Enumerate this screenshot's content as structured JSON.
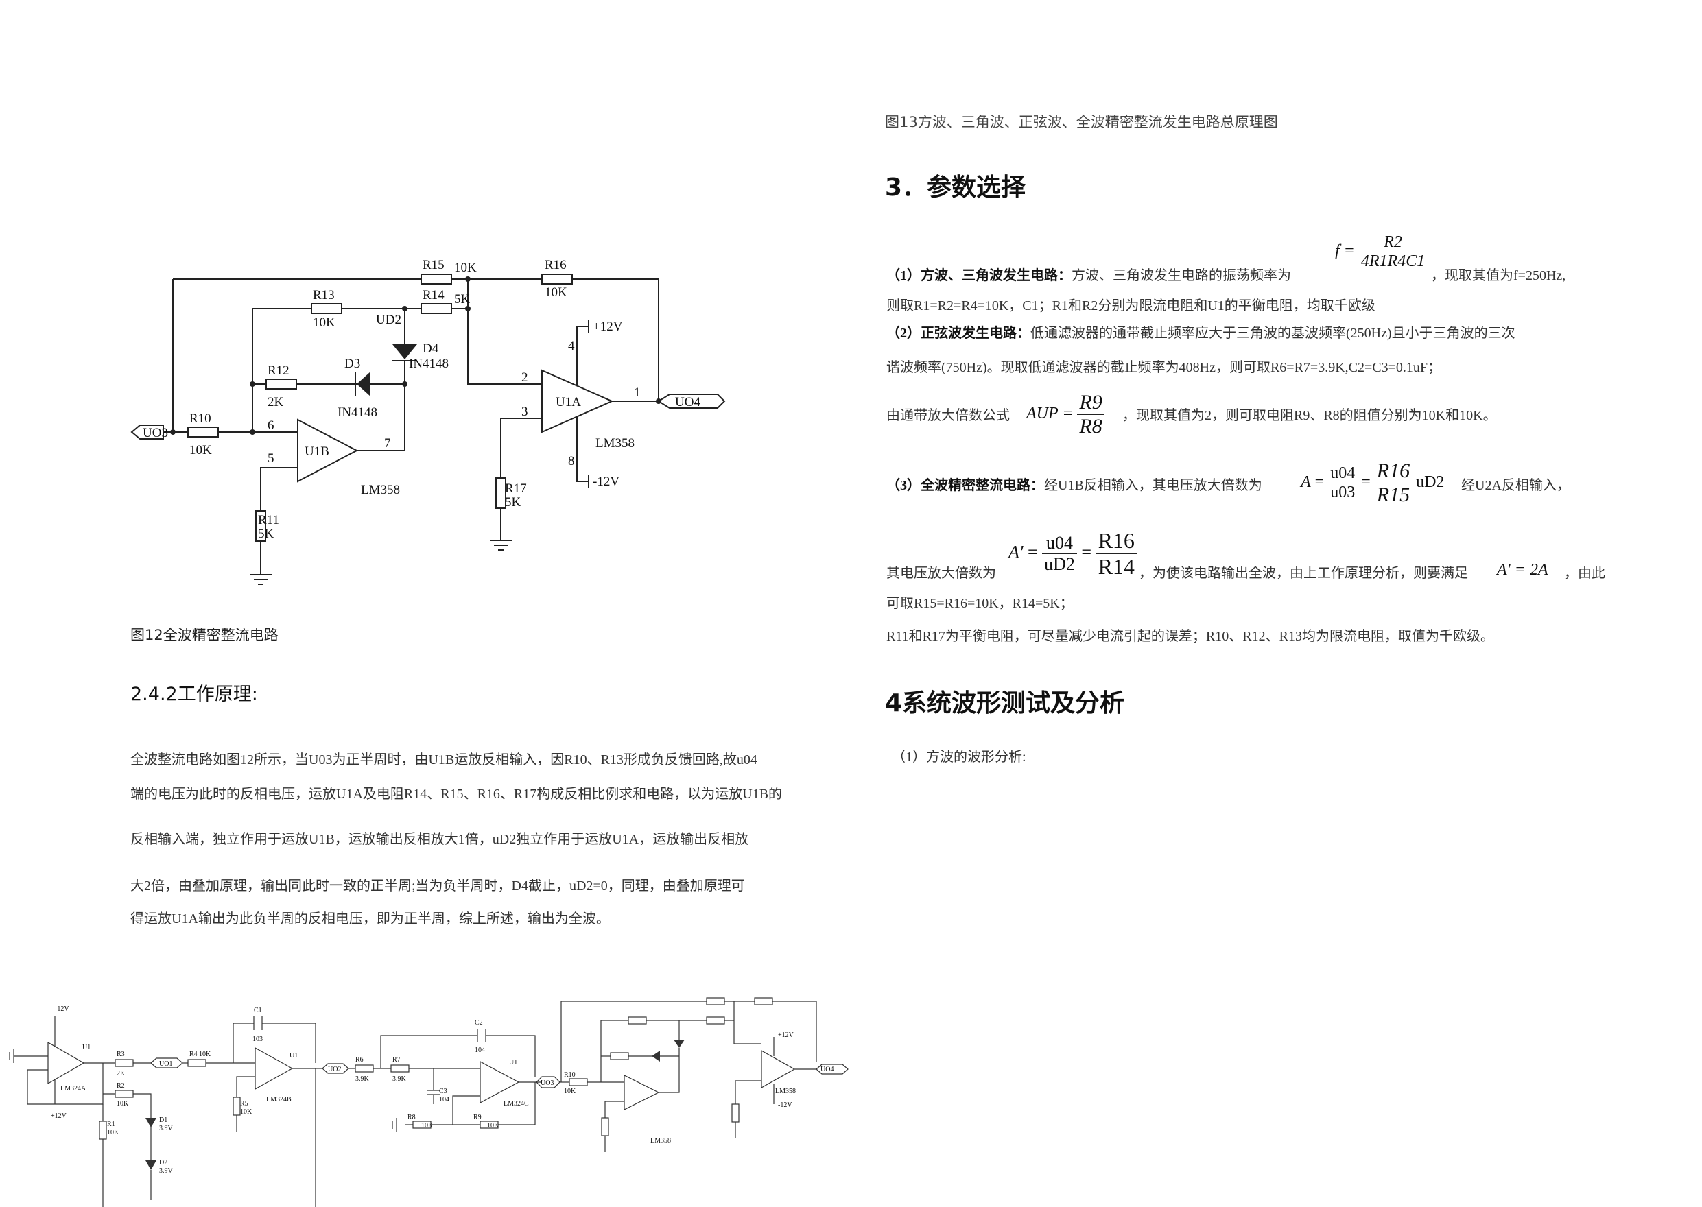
{
  "left": {
    "fig12_caption": "图12全波精密整流电路",
    "section_242": "2.4.2工作原理:",
    "work_principle": [
      "全波整流电路如图12所示，当U03为正半周时，由U1B运放反相输入，因R10、R13形成负反馈回路,故u04",
      "端的电压为此时的反相电压，运放U1A及电阻R14、R15、R16、R17构成反相比例求和电路，以为运放U1B的",
      "反相输入端，独立作用于运放U1B，运放输出反相放大1倍，uD2独立作用于运放U1A，运放输出反相放",
      "大2倍，由叠加原理，输出同此时一致的正半周;当为负半周时，D4截止，uD2=0，同理，由叠加原理可",
      "得运放U1A输出为此负半周的反相电压，即为正半周，综上所述，输出为全波。"
    ]
  },
  "schematic12": {
    "labels": {
      "r15": "R15",
      "r15v": "10K",
      "r16": "R16",
      "r16v": "10K",
      "r13": "R13",
      "r13v": "10K",
      "r14": "R14",
      "r14v": "5K",
      "ud2": "UD2",
      "d4": "D4",
      "d4v": "IN4148",
      "d3": "D3",
      "d3v": "IN4148",
      "r12": "R12",
      "r12v": "2K",
      "r10": "R10",
      "r10v": "10K",
      "r11": "R11",
      "r11v": "5K",
      "r17": "R17",
      "r17v": "5K",
      "uo3": "UO3",
      "uo4": "UO4",
      "u1b": "U1B",
      "u1a": "U1A",
      "lm358a": "LM358",
      "lm358b": "LM358",
      "vp": "+12V",
      "vn": "-12V",
      "p1": "1",
      "p2": "2",
      "p3": "3",
      "p4": "4",
      "p5": "5",
      "p6": "6",
      "p7": "7",
      "p8": "8"
    }
  },
  "schematic13": {
    "labels": {
      "u1": "U1",
      "lm324a": "LM324A",
      "c1": "C1",
      "c1v": "103",
      "r3": "R3",
      "r3v": "2K",
      "r4": "R4",
      "r4v": "10K",
      "uo1": "UO1",
      "lm324b": "LM324B",
      "uo2": "UO2",
      "r2": "R2",
      "r2v": "10K",
      "r1": "R1",
      "r1v": "10K",
      "d1": "D1",
      "d1v": "3.9V",
      "d2": "D2",
      "d2v": "3.9V",
      "r5": "R5",
      "r5v": "10K",
      "c2": "C2",
      "c2v": "104",
      "r6": "R6",
      "r6v": "3.9K",
      "r7": "R7",
      "r7v": "3.9K",
      "c3": "C3",
      "c3v": "104",
      "lm324c": "LM324C",
      "r8": "R8",
      "r8v": "10K",
      "r9": "R9",
      "r9v": "10K",
      "uo3": "UO3",
      "r10": "R10",
      "r10v": "10K",
      "uo4": "UO4",
      "vp": "+12V",
      "vn": "-12V",
      "lm358": "LM358"
    }
  },
  "right": {
    "fig13_caption": "图13方波、三角波、正弦波、全波精密整流发生电路总原理图",
    "section3": "3．参数选择",
    "p1_label": "（1）方波、三角波发生电路：",
    "p1_text": "方波、三角波发生电路的振荡频率为",
    "p1_tail": "，现取其值为f=250Hz,",
    "p1_line2": "则取R1=R2=R4=10K，C1；R1和R2分别为限流电阻和U1的平衡电阻，均取千欧级",
    "p2_label": "（2）正弦波发生电路：",
    "p2_text": "低通滤波器的通带截止频率应大于三角波的基波频率(250Hz)且小于三角波的三次",
    "p2_line2": "谐波频率(750Hz)。现取低通滤波器的截止频率为408Hz，则可取R6=R7=3.9K,C2=C3=0.1uF；",
    "p2_line3a": "由通带放大倍数公式",
    "p2_line3b": "，现取其值为2，则可取电阻R9、R8的阻值分别为10K和10K。",
    "p3_label": "（3）全波精密整流电路：",
    "p3_text": "经U1B反相输入，其电压放大倍数为",
    "p3_tail": "经U2A反相输入，",
    "p3_line2a": "其电压放大倍数为",
    "p3_line2b": "，为使该电路输出全波，由上工作原理分析，则要满足",
    "p3_line2c": "，由此",
    "p3_line3": "可取R15=R16=10K，R14=5K；",
    "p3_line4": "R11和R17为平衡电阻，可尽量减少电流引起的误差；R10、R12、R13均为限流电阻，取值为千欧级。",
    "section4": "4系统波形测试及分析",
    "p4_1": "（1）方波的波形分析:"
  },
  "formulas": {
    "f_num": "R2",
    "f_den": "4R1R4C1",
    "f_lhs": "f",
    "aup_lhs": "AUP",
    "aup_num": "R9",
    "aup_den": "R8",
    "a1_lhs": "A",
    "a1_num": "u04",
    "a1_den": "u03",
    "a1_rnum": "R16",
    "a1_rden": "R15",
    "a1_ud2": "uD2",
    "a2_lhs": "A'",
    "a2_num": "u04",
    "a2_den": "uD2",
    "a2_rnum": "R16",
    "a2_rden": "R14",
    "cond": "A' = 2A"
  }
}
